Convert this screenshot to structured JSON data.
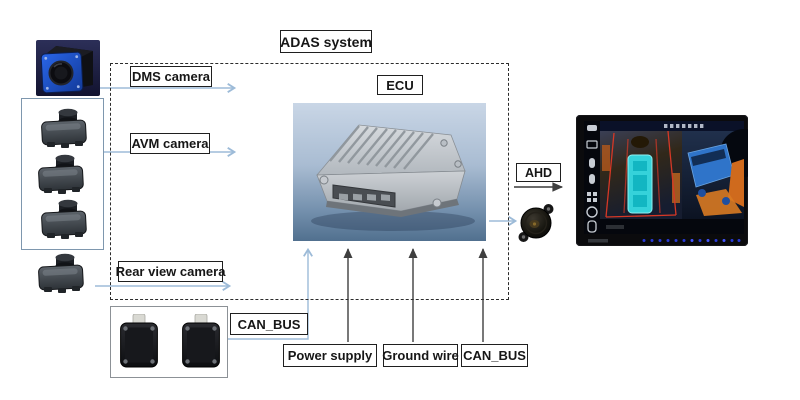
{
  "labels": {
    "adas_system": "ADAS system",
    "ecu": "ECU",
    "dms_camera": "DMS camera",
    "avm_camera": "AVM camera",
    "rear_view_camera": "Rear view camera",
    "can_bus_left": "CAN_BUS",
    "power_supply": "Power supply",
    "ground_wire": "Ground wire",
    "can_bus_right": "CAN_BUS",
    "ahd": "AHD"
  },
  "icons": {
    "dms_camera_image": "blue-cube-camera",
    "avm_camera_images": [
      "mini-camera-module",
      "mini-camera-module",
      "mini-camera-module"
    ],
    "rear_camera_image": "mini-camera-module",
    "can_bus_module_images": [
      "black-connector-module",
      "black-connector-module"
    ],
    "ecu_image": "ecu-3d-render",
    "buzzer_image": "piezo-buzzer",
    "monitor_image": "in-dash-monitor-surround-view",
    "monitor_sidebar_icons": [
      "bus-icon",
      "display-icon",
      "sensor-pill-icon",
      "sensor-pill-icon",
      "grid-icon",
      "wheel-icon",
      "car-top-view-icon"
    ]
  },
  "colors": {
    "arrow_light_blue": "#9dbbd8",
    "arrow_dark": "#3f3f3f",
    "label_border": "#1f1f1f",
    "camera_box_border": "#7e97ae",
    "ecu_bg_top": "#c9d6e6",
    "ecu_bg_bottom": "#51708f",
    "ecu_body_grey": "#c2c6ca",
    "dms_blue": "#2a66e8",
    "screen_cyan": "#35d2da",
    "screen_red_guide": "#d63826",
    "screen_bus_blue": "#2f74c9",
    "screen_orange": "#cf6a1d",
    "monitor_dot_blue": "#2a3bd6"
  }
}
